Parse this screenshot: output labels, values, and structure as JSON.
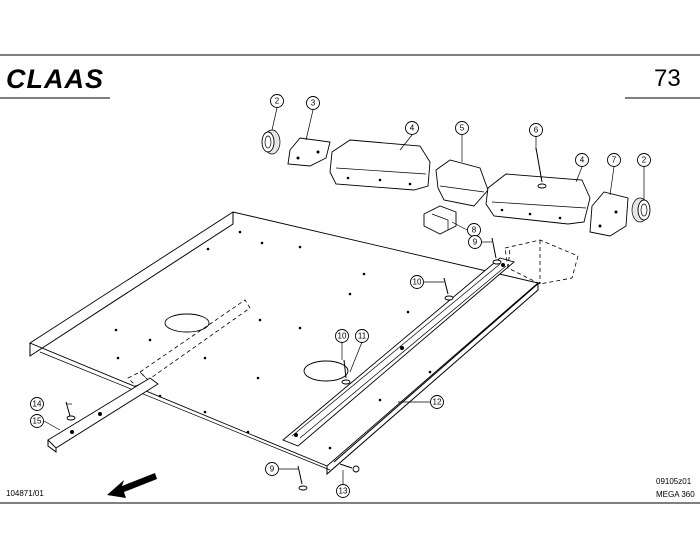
{
  "header": {
    "brand": "CLAAS",
    "page_number": "73"
  },
  "footer": {
    "drawing_number": "104871/01",
    "sheet_code": "09105z01",
    "model": "MEGA 360"
  },
  "callouts": {
    "c2a": "2",
    "c3": "3",
    "c4a": "4",
    "c5": "5",
    "c6": "6",
    "c4b": "4",
    "c7": "7",
    "c2b": "2",
    "c8": "8",
    "c9a": "9",
    "c10a": "10",
    "c10b": "10",
    "c11": "11",
    "c12": "12",
    "c14": "14",
    "c15": "15",
    "c9b": "9",
    "c13": "13"
  },
  "icons": {
    "direction": "travel-direction-arrow-icon"
  }
}
